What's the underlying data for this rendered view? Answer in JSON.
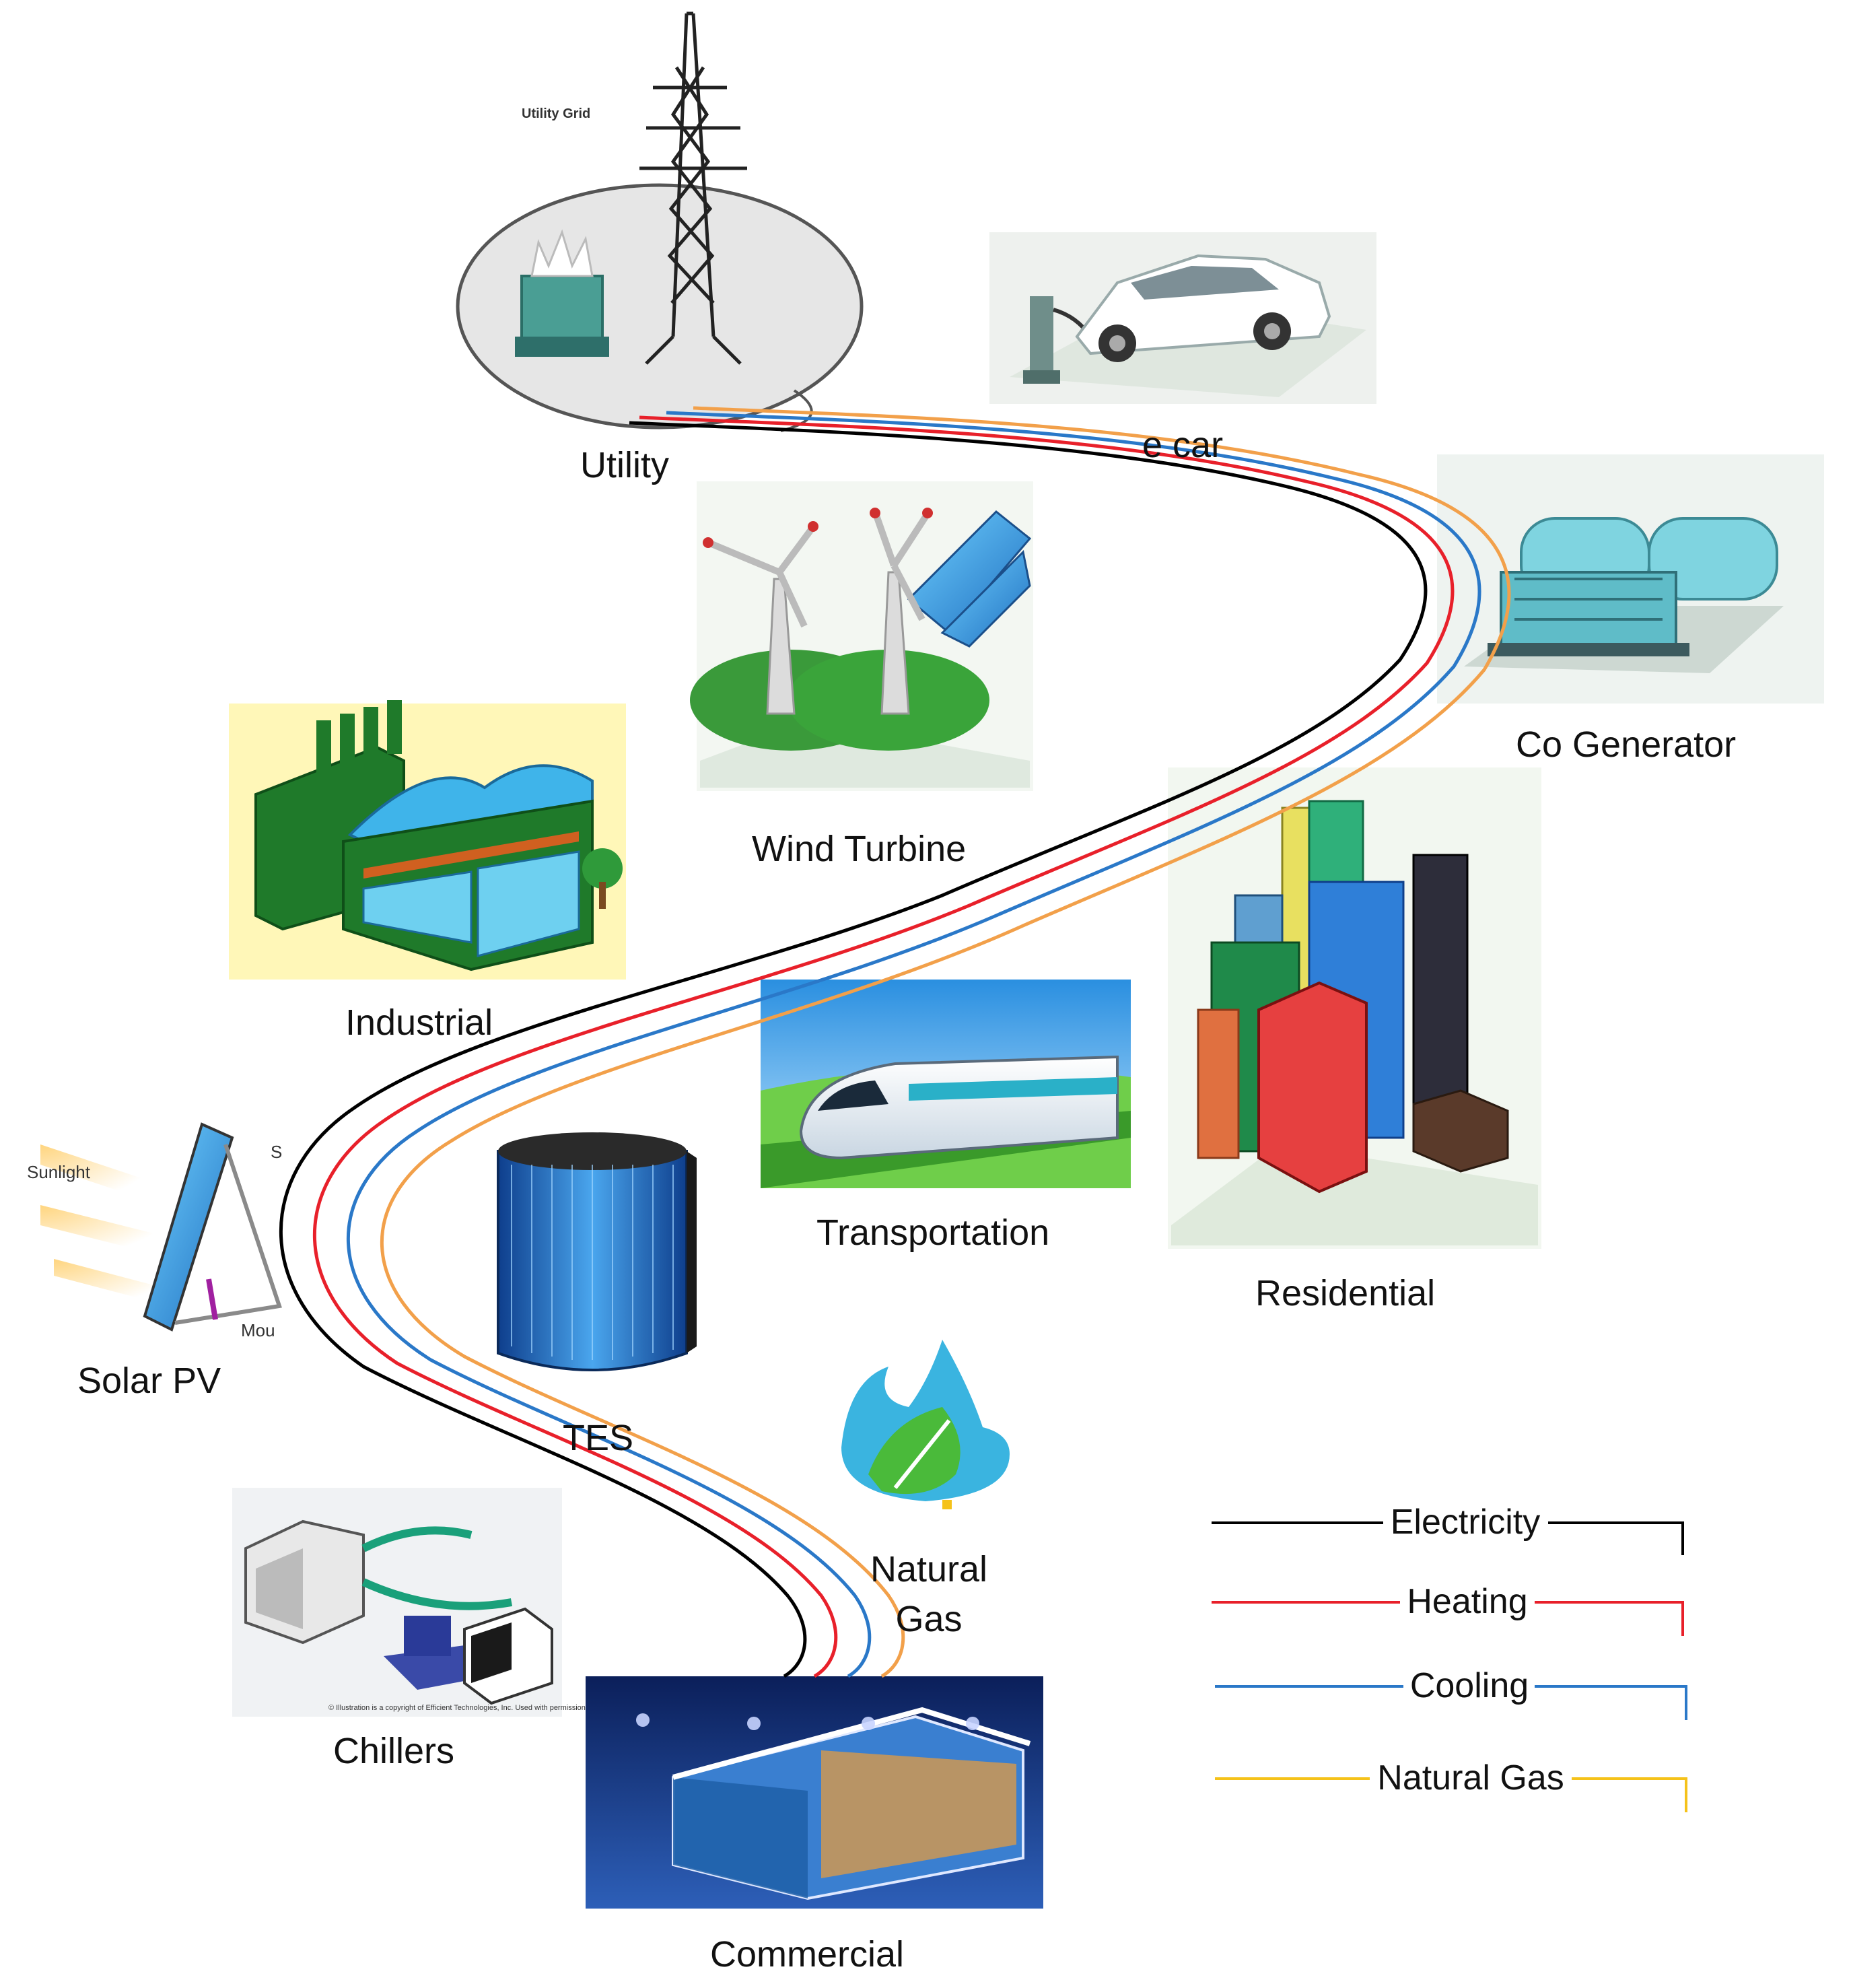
{
  "nodes": {
    "utility": {
      "label": "Utility",
      "grid_tag": "Utility Grid"
    },
    "ecar": {
      "label": "e car"
    },
    "cogen": {
      "label": "Co Generator"
    },
    "wind": {
      "label": "Wind Turbine"
    },
    "industrial": {
      "label": "Industrial"
    },
    "residential": {
      "label": "Residential"
    },
    "transportation": {
      "label": "Transportation"
    },
    "solar": {
      "label": "Solar PV",
      "sunlight_tag": "Sunlight",
      "s_tag": "S",
      "mount_tag": "Mou"
    },
    "tes": {
      "label": "TES"
    },
    "natural_gas": {
      "label_line1": "Natural",
      "label_line2": "Gas"
    },
    "chillers": {
      "label": "Chillers",
      "copyright": "© Illustration is a copyright of Efficient Technologies, Inc. Used with permission."
    },
    "commercial": {
      "label": "Commercial"
    }
  },
  "legend": {
    "electricity": "Electricity",
    "heating": "Heating",
    "cooling": "Cooling",
    "natural_gas": "Natural Gas"
  },
  "colors": {
    "electricity": "#000000",
    "heating": "#e8202a",
    "cooling": "#2a78c8",
    "natural_gas": "#f2a04a",
    "natural_gas_legend": "#f5c21a"
  }
}
